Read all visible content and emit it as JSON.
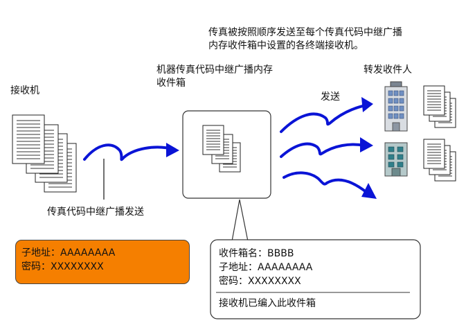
{
  "top_note": {
    "line1": "传真被按照顺序发送至每个传真代码中继广播",
    "line2": "内存收件箱中设置的各终端接收机。"
  },
  "receiver_label": "接收机",
  "relay_box_label": {
    "line1": "机器传真代码中继广播内存",
    "line2": "收件箱"
  },
  "forward_recipients_label": "转发收件人",
  "send_label": "发送",
  "relay_send_label": "传真代码中继广播发送",
  "sender_info": {
    "sub_address": "子地址：AAAAAAAA",
    "password": "密码：XXXXXXXX"
  },
  "mailbox_info": {
    "box_name": "收件箱名：BBBB",
    "sub_address": "子地址：AAAAAAAA",
    "password": "密码：XXXXXXXX",
    "note": "接收机已编入此收件箱"
  },
  "colors": {
    "arrow": "#0a14d6",
    "orange_box": "#f57f00",
    "outline": "#444444"
  }
}
